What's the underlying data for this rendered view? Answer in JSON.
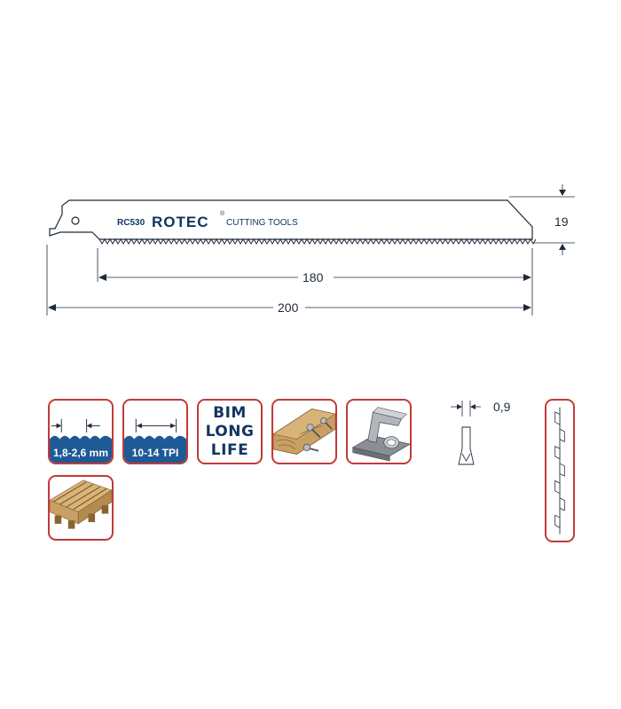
{
  "blade": {
    "model": "RC530",
    "brand": "ROTEC",
    "brand_suffix": "®",
    "tagline": "CUTTING TOOLS",
    "height_mm": "19",
    "cut_length_mm": "180",
    "total_length_mm": "200"
  },
  "icons": {
    "tooth_pitch": "1,8-2,6 mm",
    "tpi": "10-14 TPI",
    "bim_line1": "BIM",
    "bim_line2": "LONG",
    "bim_line3": "LIFE",
    "wood_with_nails": "wood-with-nails-icon",
    "metal_profiles": "metal-profiles-icon",
    "pallet": "pallet-icon"
  },
  "thickness": {
    "value_mm": "0,9"
  },
  "colors": {
    "brand_blue": "#10345e",
    "accent_red": "#c23a3a",
    "wood": "#c9a063",
    "metal": "#9a9ea3"
  }
}
